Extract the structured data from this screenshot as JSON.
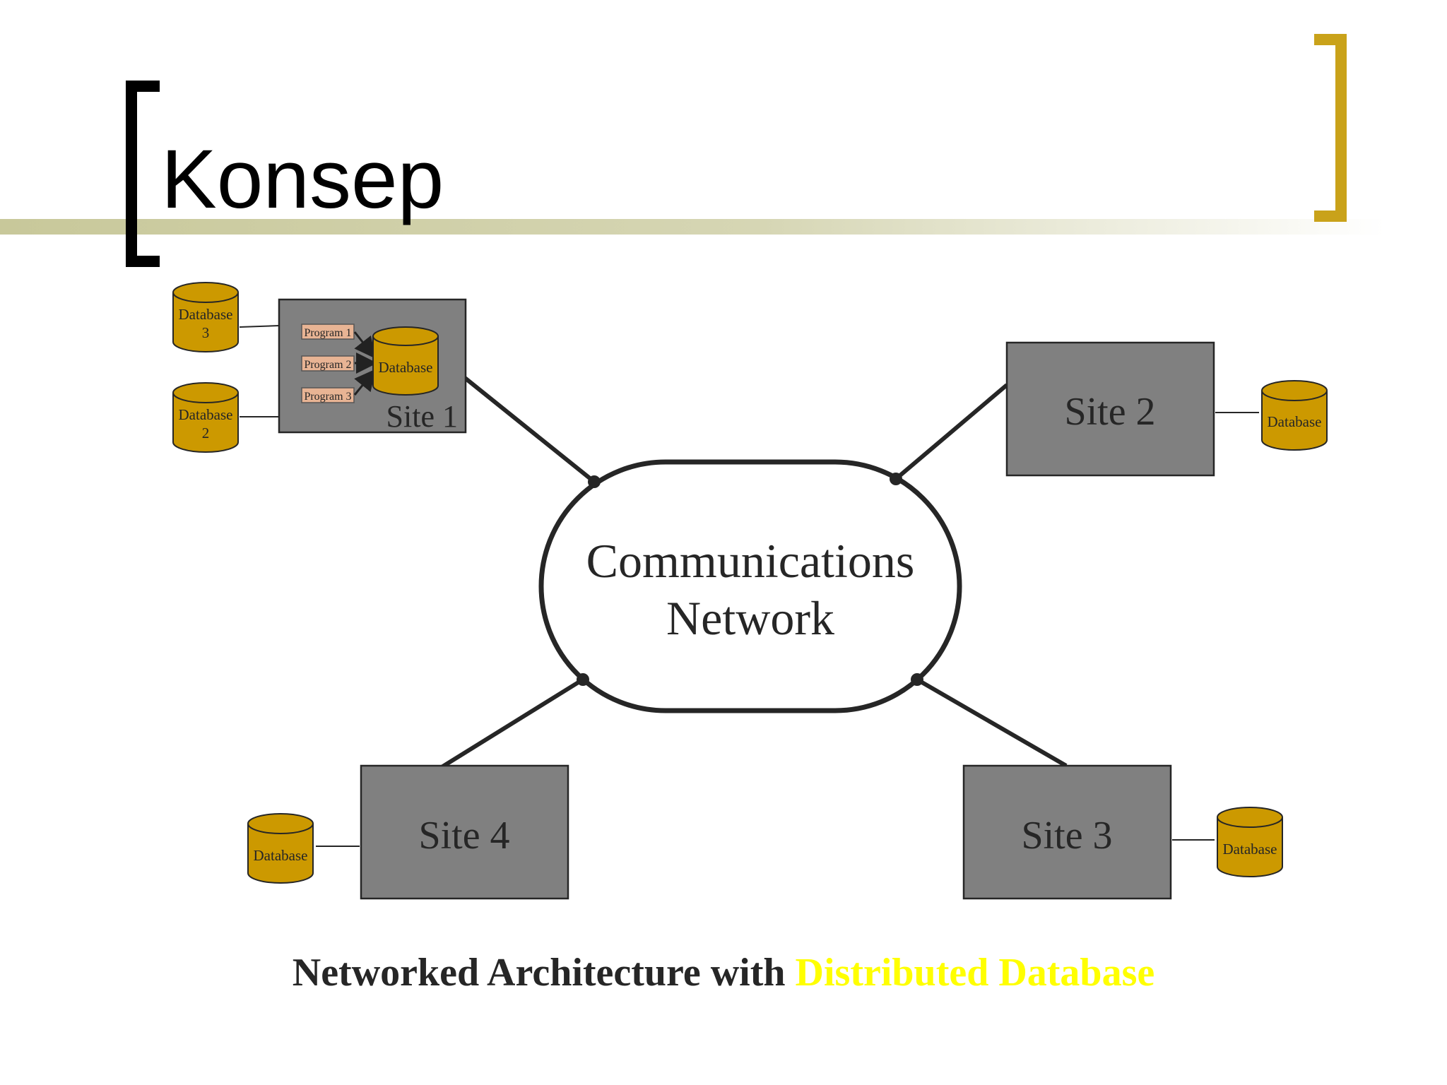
{
  "slide": {
    "title": "Konsep",
    "caption_prefix": "Networked Architecture with ",
    "caption_highlight": "Distributed Database",
    "colors": {
      "accent_bracket": "#c9a21a",
      "rule_bar": "#c8c89a",
      "site_fill": "#808080",
      "database_fill": "#cc9900",
      "program_fill": "#e8b494",
      "highlight": "#ffff00"
    }
  },
  "diagram": {
    "network_label_line1": "Communications",
    "network_label_line2": "Network",
    "site1": {
      "label": "Site 1",
      "programs": [
        "Program 1",
        "Program 2",
        "Program 3"
      ],
      "database_label": "Database",
      "external_db_a_line1": "Database",
      "external_db_a_line2": "3",
      "external_db_b_line1": "Database",
      "external_db_b_line2": "2"
    },
    "site2": {
      "label": "Site 2",
      "database_label": "Database"
    },
    "site3": {
      "label": "Site 3",
      "database_label": "Database"
    },
    "site4": {
      "label": "Site 4",
      "database_label": "Database"
    }
  }
}
